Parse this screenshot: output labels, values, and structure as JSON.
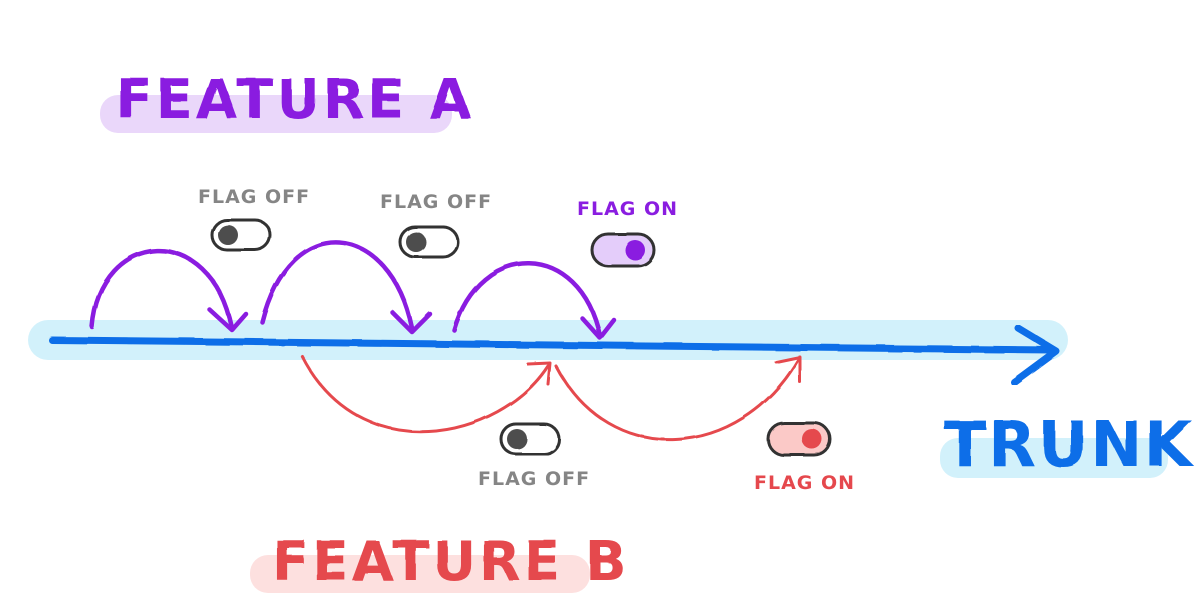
{
  "colors": {
    "purple": "#8a1de0",
    "purple_highlight": "#ead7fa",
    "purple_toggle_fill": "#e4cdfa",
    "red": "#e5484d",
    "red_highlight": "#fde0df",
    "red_toggle_fill": "#fbc9c7",
    "blue": "#0b6ee8",
    "blue_highlight": "#d2f1fb",
    "gray": "#858585",
    "gray_dark": "#4d4d4d",
    "ink": "#333333"
  },
  "labels": {
    "feature_a": "FEATURE A",
    "feature_b": "FEATURE B",
    "trunk": "TRUNK"
  },
  "feature_a_flags": [
    {
      "label": "FLAG OFF",
      "state": "off"
    },
    {
      "label": "FLAG OFF",
      "state": "off"
    },
    {
      "label": "FLAG ON",
      "state": "on"
    }
  ],
  "feature_b_flags": [
    {
      "label": "FLAG OFF",
      "state": "off"
    },
    {
      "label": "FLAG ON",
      "state": "on"
    }
  ]
}
